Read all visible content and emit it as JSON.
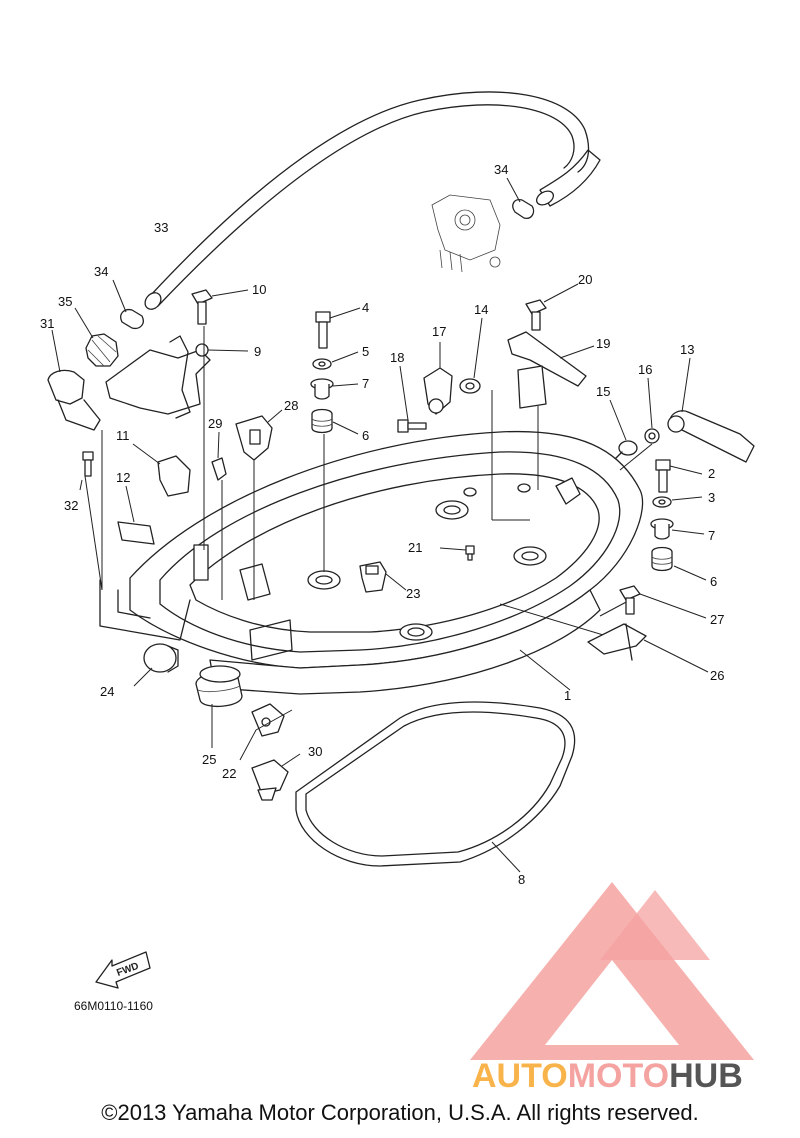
{
  "colors": {
    "logo_red": "#f4a3a0",
    "logo_orange": "#f8b34b",
    "logo_grey": "#555555",
    "line": "#222222"
  },
  "drawing_code": "66M0110-1160",
  "fwd_label": "FWD",
  "copyright": "©2013 Yamaha Motor Corporation, U.S.A. All rights reserved.",
  "logo": {
    "part1": "AUTO",
    "part2": "MOTO",
    "part3": "HUB"
  },
  "callouts": [
    "1",
    "2",
    "3",
    "4",
    "5",
    "6",
    "6",
    "7",
    "7",
    "8",
    "9",
    "10",
    "11",
    "12",
    "13",
    "14",
    "15",
    "16",
    "17",
    "18",
    "19",
    "20",
    "21",
    "22",
    "23",
    "24",
    "25",
    "26",
    "27",
    "28",
    "29",
    "30",
    "31",
    "32",
    "33",
    "34",
    "34",
    "35"
  ]
}
